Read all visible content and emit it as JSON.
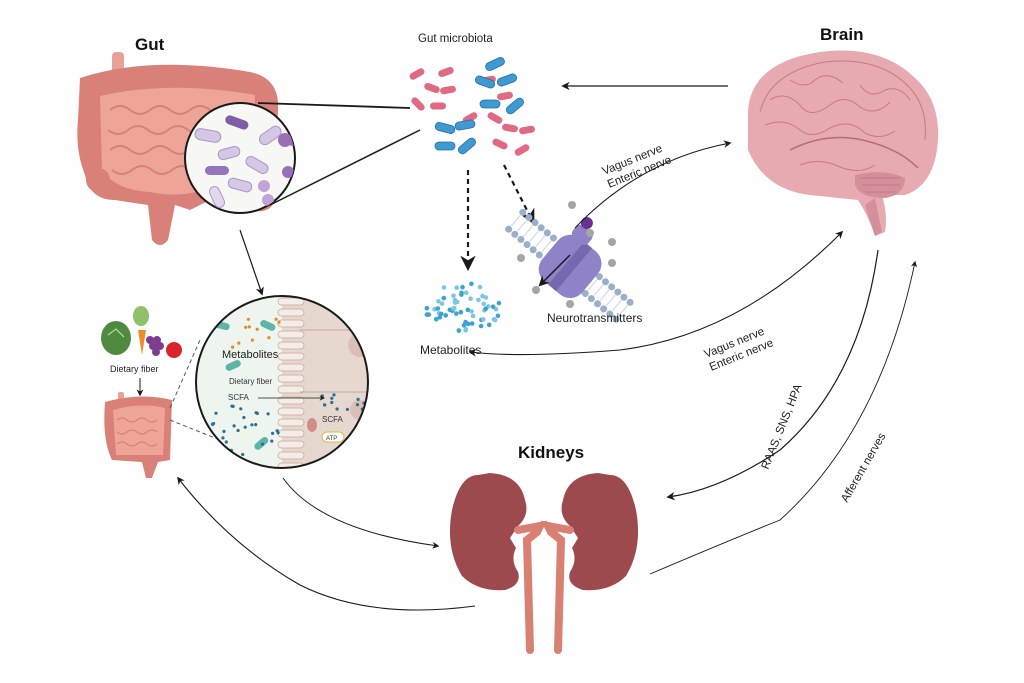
{
  "titles": {
    "gut": "Gut",
    "brain": "Brain",
    "kidneys": "Kidneys",
    "gut_microbiota": "Gut microbiota"
  },
  "labels": {
    "neurotransmitters": "Neurotransmitters",
    "metabolites": "Metabolites",
    "dietary_fiber": "Dietary fiber"
  },
  "inset": {
    "metabolites": "Metabolites",
    "dietary_fiber": "Dietary fiber",
    "scfa_lumen": "SCFA",
    "scfa_cell": "SCFA",
    "atp": "ATP"
  },
  "pathways": {
    "microbiota_to_brain": [
      "Vagus nerve",
      "Enteric nerve"
    ],
    "metabolites_to_brain": [
      "Vagus nerve",
      "Enteric nerve"
    ],
    "brain_to_kidneys": "RAAS, SNS, HPA",
    "kidneys_to_brain": "Afferent nerves"
  },
  "colors": {
    "gut_pink": "#e39a8f",
    "gut_dark": "#cf7f78",
    "brain_pink": "#e7aab0",
    "kidney": "#9d4a4e",
    "ureter": "#d98072",
    "bacteria_red": "#e06a84",
    "bacteria_blue": "#3e9ad0",
    "metabolite_blue": "#3aa3cf",
    "receptor_purple": "#8f82c6",
    "arrow": "#1a1a1a"
  }
}
